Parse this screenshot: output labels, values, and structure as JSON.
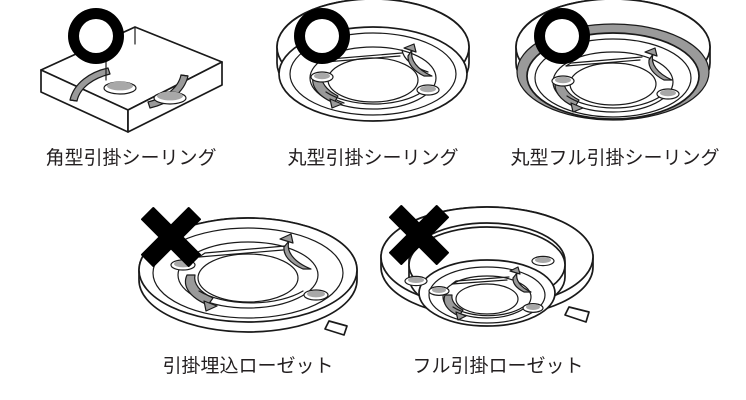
{
  "figure": {
    "title": "",
    "background_color": "#ffffff",
    "line_color": "#1a1a1a",
    "mark_color": "#000000",
    "accent_gray": "#9a9a9a",
    "text_color": "#231f20"
  },
  "groups": [
    {
      "id": "compatible",
      "mark": "circle",
      "mark_name": "circle-ok-mark",
      "items": [
        {
          "id": "square-hook-ceiling",
          "label": "角型引掛シーリング",
          "art": "square-ceiling-rosette",
          "mark": "O"
        },
        {
          "id": "round-hook-ceiling",
          "label": "丸型引掛シーリング",
          "art": "round-ceiling-rosette",
          "mark": "O"
        },
        {
          "id": "round-full-hook-ceiling",
          "label": "丸型フル引掛シーリング",
          "art": "round-full-ceiling-rosette",
          "mark": "O"
        }
      ]
    },
    {
      "id": "incompatible",
      "mark": "cross",
      "mark_name": "cross-ng-mark",
      "items": [
        {
          "id": "hook-embedded-rosette",
          "label": "引掛埋込ローゼット",
          "art": "flat-embedded-rosette",
          "mark": "X"
        },
        {
          "id": "full-hook-rosette",
          "label": "フル引掛ローゼット",
          "art": "full-hook-rosette",
          "mark": "X"
        }
      ]
    }
  ]
}
